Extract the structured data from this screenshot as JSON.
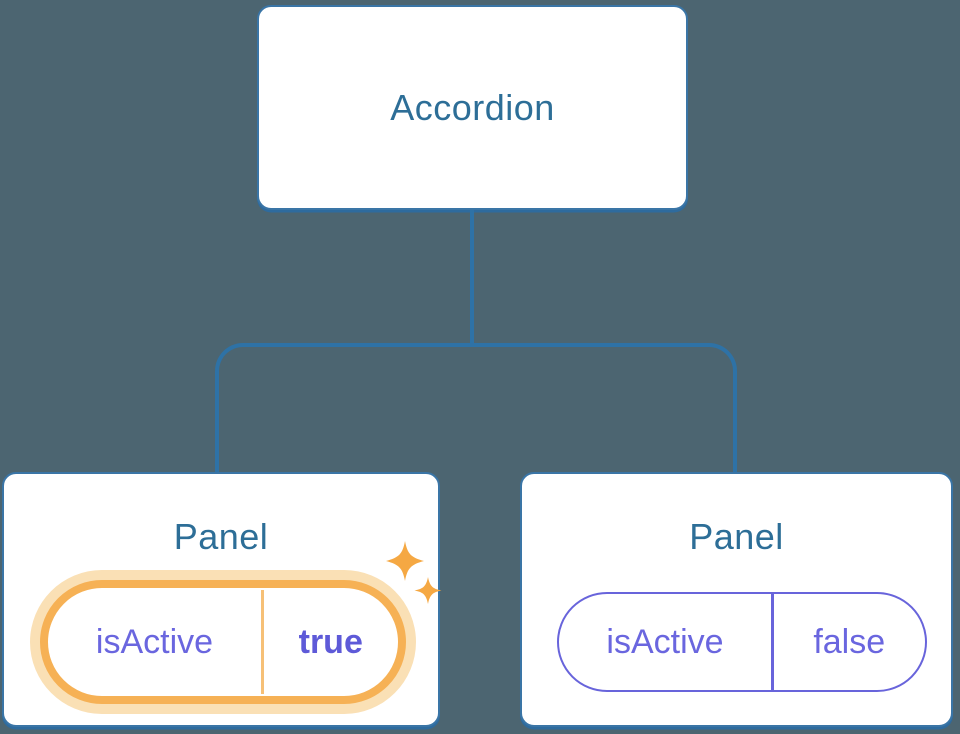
{
  "diagram": {
    "description": "Component tree: Accordion parent with two Panel children holding isActive state",
    "colors": {
      "background": "#4C6571",
      "box_border_blue": "#3A75A6",
      "connector_blue": "#2E72A6",
      "title_blue": "#2D6E97",
      "state_purple": "#6A66DF",
      "highlight_orange": "#F6B155",
      "highlight_halo": "#FAE0B5",
      "sparkle_orange": "#F5A843"
    },
    "root": {
      "label": "Accordion"
    },
    "panels": [
      {
        "title": "Panel",
        "state": {
          "name": "isActive",
          "value": "true"
        },
        "highlighted": true
      },
      {
        "title": "Panel",
        "state": {
          "name": "isActive",
          "value": "false"
        },
        "highlighted": false
      }
    ]
  }
}
